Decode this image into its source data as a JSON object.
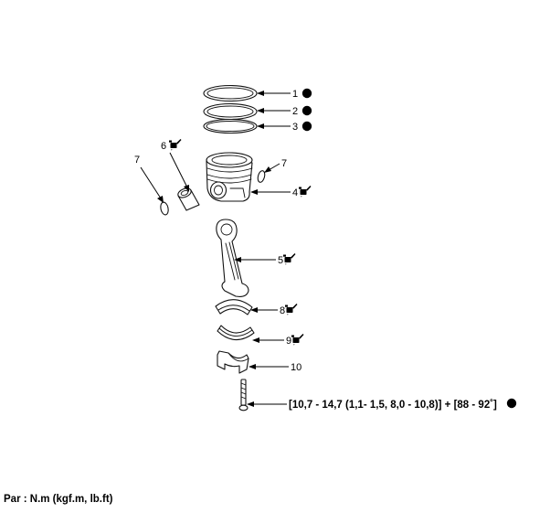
{
  "callouts": {
    "c1": "1",
    "c2": "2",
    "c3": "3",
    "c4": "4",
    "c5": "5",
    "c6": "6",
    "c7_left": "7",
    "c7_right": "7",
    "c8": "8",
    "c9": "9",
    "c10": "10"
  },
  "torque_spec": "[10,7 - 14,7 (1,1- 1,5, 8,0 - 10,8)] + [88 - 92˚]",
  "footer": {
    "unit_label": "Par : N.m (kgf.m, lb.ft)"
  },
  "icons": {
    "no_reuse": "no-reuse-icon",
    "oil": "apply-oil-icon"
  },
  "colors": {
    "no_reuse_red": "#e0191e",
    "line_black": "#111111"
  }
}
